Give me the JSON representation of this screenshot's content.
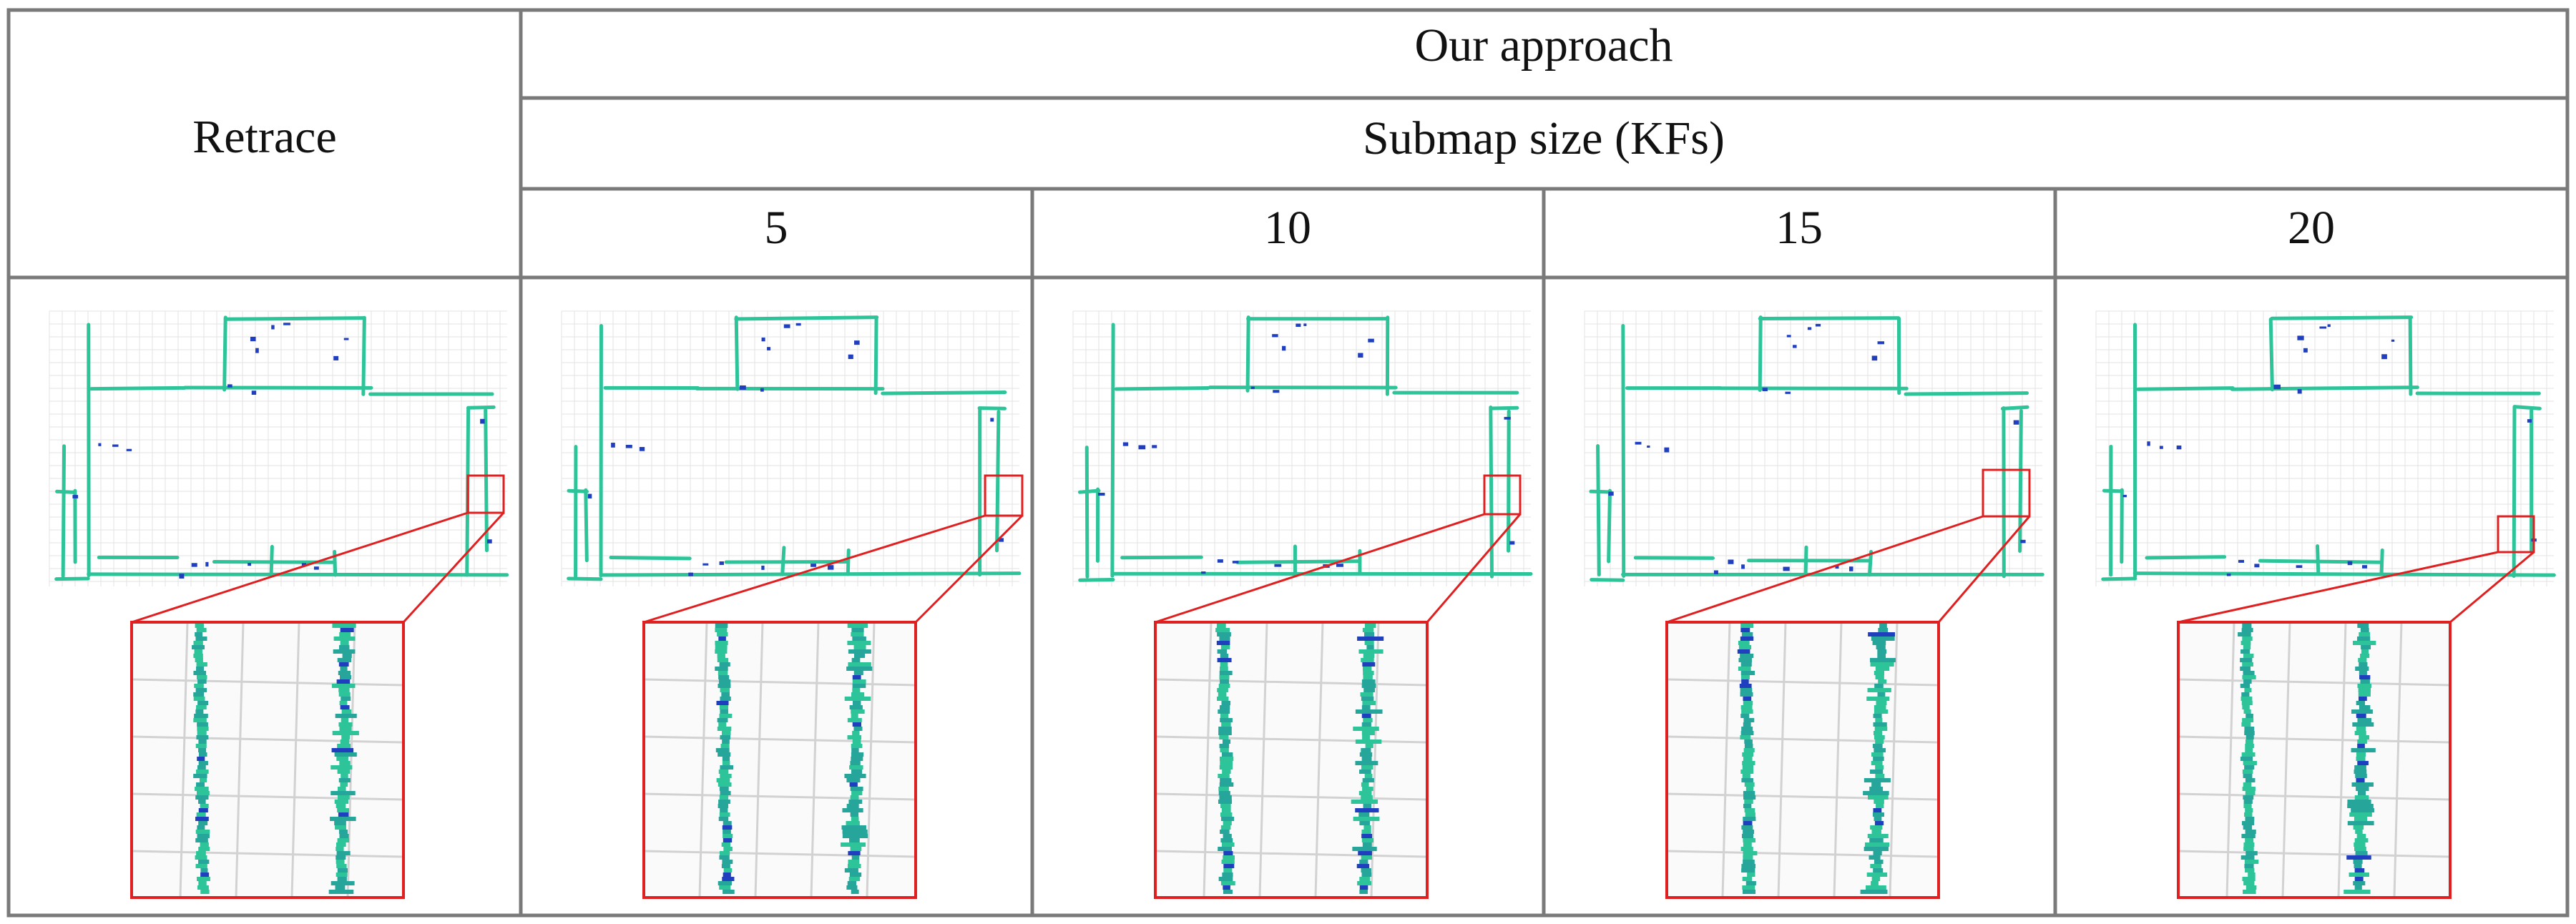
{
  "table": {
    "left_header": "Retrace",
    "group_header": "Our approach",
    "subheader": "Submap size (KFs)",
    "columns": [
      "5",
      "10",
      "15",
      "20"
    ]
  },
  "panels": [
    {
      "id": "retrace",
      "label": "Retrace",
      "inset_zoom": true
    },
    {
      "id": "ours-5",
      "label": "5",
      "inset_zoom": true
    },
    {
      "id": "ours-10",
      "label": "10",
      "inset_zoom": true
    },
    {
      "id": "ours-15",
      "label": "15",
      "inset_zoom": true
    },
    {
      "id": "ours-20",
      "label": "20",
      "inset_zoom": true
    }
  ],
  "colors": {
    "border": "#7a7a7a",
    "map_green": "#2ec49a",
    "map_teal": "#26a69a",
    "map_blue": "#1f3fbf",
    "zoom_box": "#e02020",
    "grid": "#d8d8d8"
  }
}
